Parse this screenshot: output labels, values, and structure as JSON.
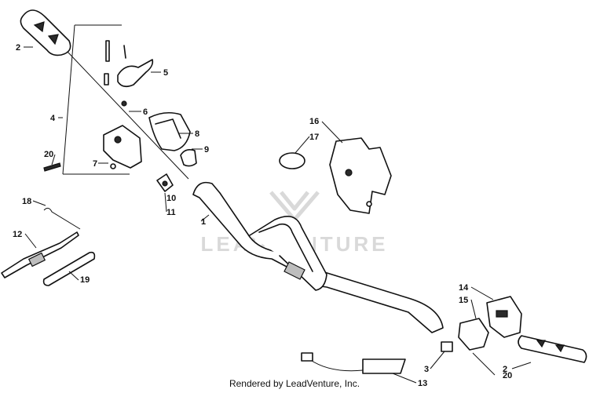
{
  "watermark": {
    "text": "LEADVENTURE"
  },
  "footer": {
    "text": "Rendered by LeadVenture, Inc."
  },
  "callouts": [
    "1",
    "2",
    "2",
    "3",
    "4",
    "5",
    "6",
    "7",
    "8",
    "9",
    "10",
    "11",
    "12",
    "13",
    "14",
    "15",
    "16",
    "17",
    "18",
    "19",
    "20",
    "20"
  ]
}
